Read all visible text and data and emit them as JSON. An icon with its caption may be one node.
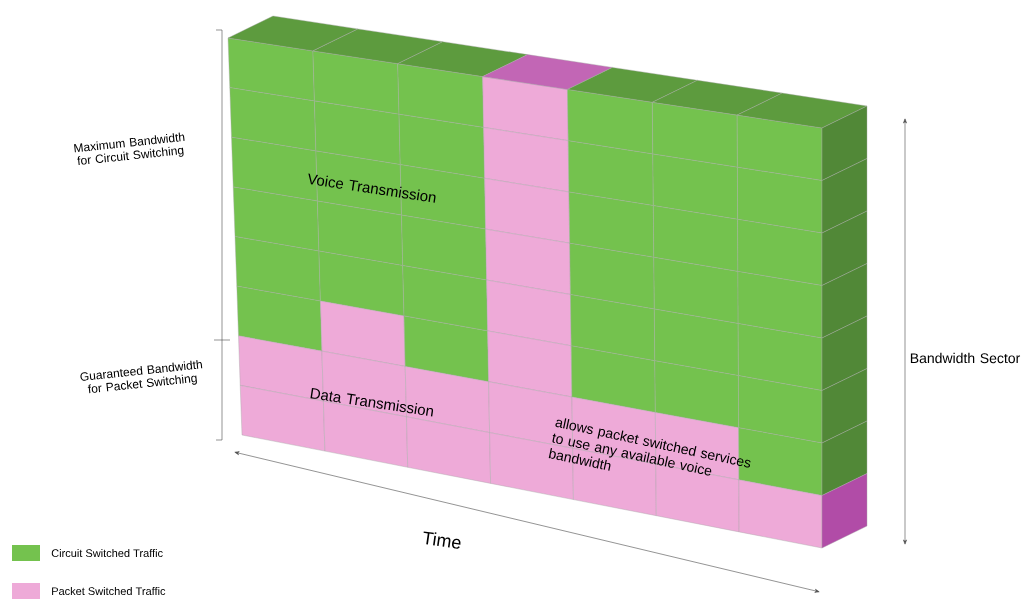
{
  "diagram": {
    "labels": [
      "Maximum Bandwidth for Circuit Switching",
      "Voice Transmission",
      "Guaranteed Bandwidth for Packet Switching",
      "Data Transmission",
      "allows packet switched services to use any available voice bandwidth",
      "Bandwidth Sector",
      "Time"
    ],
    "legend": [
      {
        "text": "Circuit Switched Traffic",
        "color": "#74c24e"
      },
      {
        "text": "Packet Switched Traffic",
        "color": "#eeaad8"
      }
    ]
  }
}
